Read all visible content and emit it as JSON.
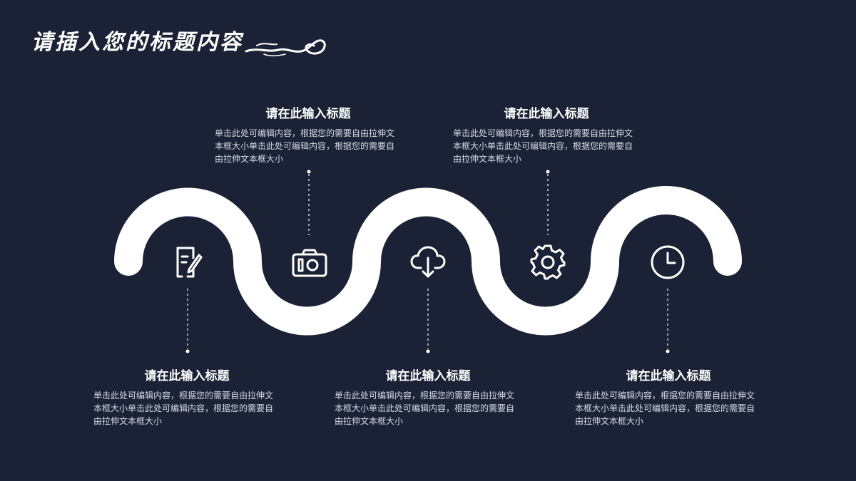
{
  "title": "请插入您的标题内容",
  "steps": [
    {
      "heading": "请在此输入标题",
      "body": "单击此处可编辑内容，根据您的需要自由拉伸文本框大小单击此处可编辑内容，根据您的需要自由拉伸文本框大小",
      "icon": "edit-icon"
    },
    {
      "heading": "请在此输入标题",
      "body": "单击此处可编辑内容，根据您的需要自由拉伸文本框大小单击此处可编辑内容，根据您的需要自由拉伸文本框大小",
      "icon": "camera-icon"
    },
    {
      "heading": "请在此输入标题",
      "body": "单击此处可编辑内容，根据您的需要自由拉伸文本框大小单击此处可编辑内容，根据您的需要自由拉伸文本框大小",
      "icon": "cloud-download-icon"
    },
    {
      "heading": "请在此输入标题",
      "body": "单击此处可编辑内容，根据您的需要自由拉伸文本框大小单击此处可编辑内容，根据您的需要自由拉伸文本框大小",
      "icon": "gear-icon"
    },
    {
      "heading": "请在此输入标题",
      "body": "单击此处可编辑内容，根据您的需要自由拉伸文本框大小单击此处可编辑内容，根据您的需要自由拉伸文本框大小",
      "icon": "clock-icon"
    }
  ],
  "colors": {
    "background": "#1b2236",
    "wave": "#ffffff",
    "text": "#ffffff"
  }
}
